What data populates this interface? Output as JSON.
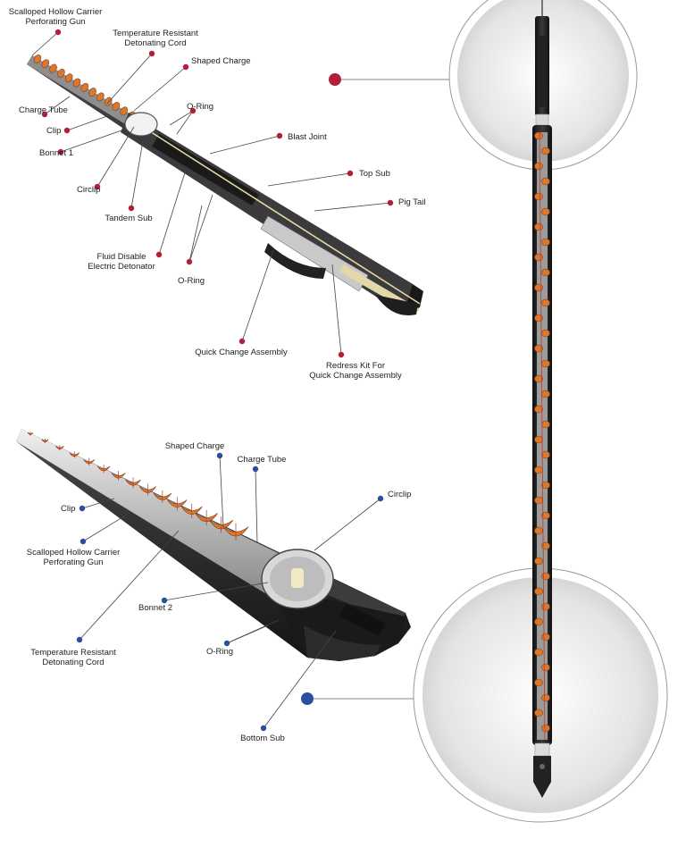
{
  "colors": {
    "top_marker": "#b21f3a",
    "bottom_marker": "#2a4f9e",
    "gun_body": "#2e2e30",
    "gun_dark": "#1b1b1c",
    "charge": "#d9782f",
    "tube": "#c8c8c8"
  },
  "top_diagram": {
    "labels": [
      {
        "key": "scalloped_gun",
        "lines": [
          "Scalloped Hollow Carrier",
          "Perforating Gun"
        ]
      },
      {
        "key": "det_cord",
        "lines": [
          "Temperature Resistant",
          "Detonating Cord"
        ]
      },
      {
        "key": "shaped_charge",
        "lines": [
          "Shaped Charge"
        ]
      },
      {
        "key": "charge_tube",
        "lines": [
          "Charge Tube"
        ]
      },
      {
        "key": "o_ring_upper",
        "lines": [
          "O-Ring"
        ]
      },
      {
        "key": "clip",
        "lines": [
          "Clip"
        ]
      },
      {
        "key": "blast_joint",
        "lines": [
          "Blast Joint"
        ]
      },
      {
        "key": "bonnet_1",
        "lines": [
          "Bonnet 1"
        ]
      },
      {
        "key": "top_sub",
        "lines": [
          "Top Sub"
        ]
      },
      {
        "key": "circlip",
        "lines": [
          "Circlip"
        ]
      },
      {
        "key": "pig_tail",
        "lines": [
          "Pig Tail"
        ]
      },
      {
        "key": "tandem_sub",
        "lines": [
          "Tandem Sub"
        ]
      },
      {
        "key": "detonator",
        "lines": [
          "Fluid Disable",
          "Electric Detonator"
        ]
      },
      {
        "key": "o_ring_lower",
        "lines": [
          "O-Ring"
        ]
      },
      {
        "key": "quick_change",
        "lines": [
          "Quick Change Assembly"
        ]
      },
      {
        "key": "redress_kit",
        "lines": [
          "Redress Kit For",
          "Quick Change Assembly"
        ]
      }
    ]
  },
  "bottom_diagram": {
    "labels": [
      {
        "key": "shaped_charge",
        "lines": [
          "Shaped Charge"
        ]
      },
      {
        "key": "charge_tube",
        "lines": [
          "Charge Tube"
        ]
      },
      {
        "key": "circlip",
        "lines": [
          "Circlip"
        ]
      },
      {
        "key": "clip",
        "lines": [
          "Clip"
        ]
      },
      {
        "key": "scalloped_gun",
        "lines": [
          "Scalloped Hollow Carrier",
          "Perforating Gun"
        ]
      },
      {
        "key": "bonnet_2",
        "lines": [
          "Bonnet 2"
        ]
      },
      {
        "key": "o_ring",
        "lines": [
          "O-Ring"
        ]
      },
      {
        "key": "det_cord",
        "lines": [
          "Temperature Resistant",
          "Detonating Cord"
        ]
      },
      {
        "key": "bottom_sub",
        "lines": [
          "Bottom Sub"
        ]
      }
    ]
  }
}
